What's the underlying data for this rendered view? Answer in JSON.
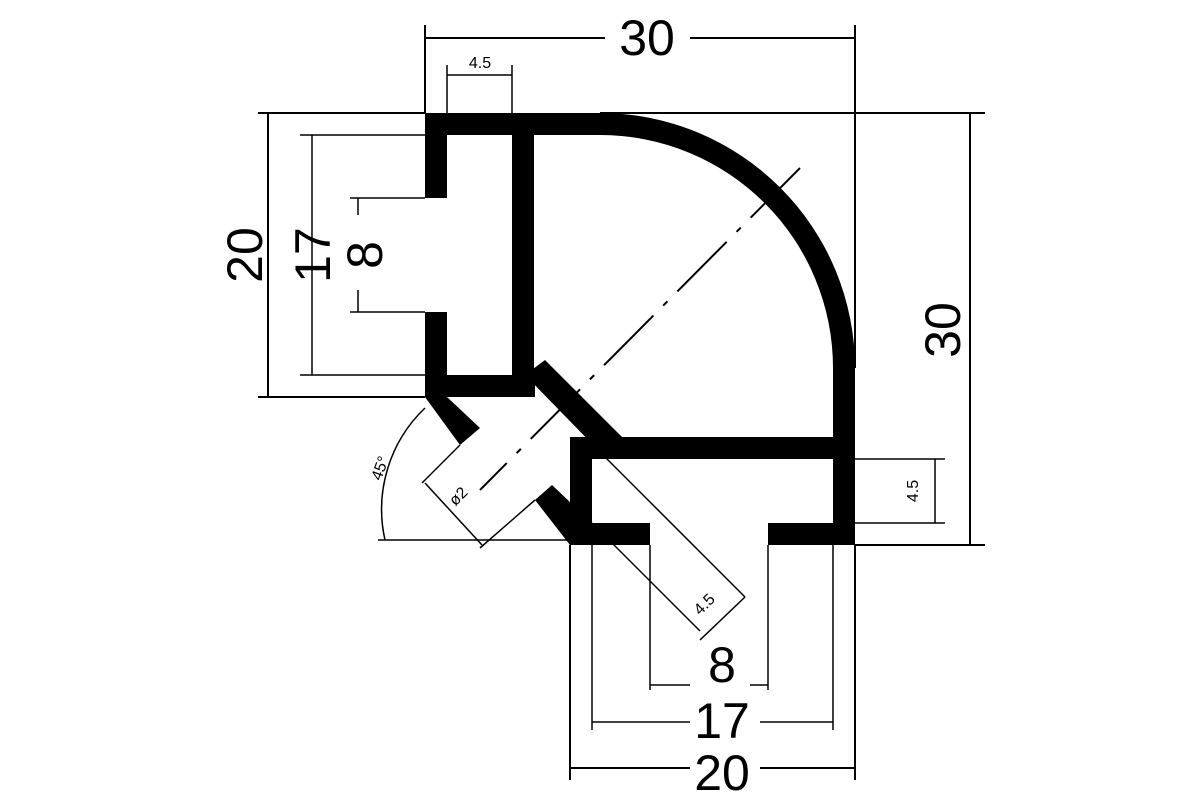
{
  "dimensions": {
    "top_width": "30",
    "top_slot_wall": "4.5",
    "left_height": "20",
    "left_slot_outer": "17",
    "left_slot_inner": "8",
    "right_height": "30",
    "right_slot_wall": "4.5",
    "bottom_width": "20",
    "bottom_slot_outer": "17",
    "bottom_slot_inner": "8",
    "diagonal_wall": "4.5",
    "diagonal_hole": "ø2",
    "angle": "45°"
  },
  "colors": {
    "ink": "#000000",
    "paper": "#ffffff"
  }
}
